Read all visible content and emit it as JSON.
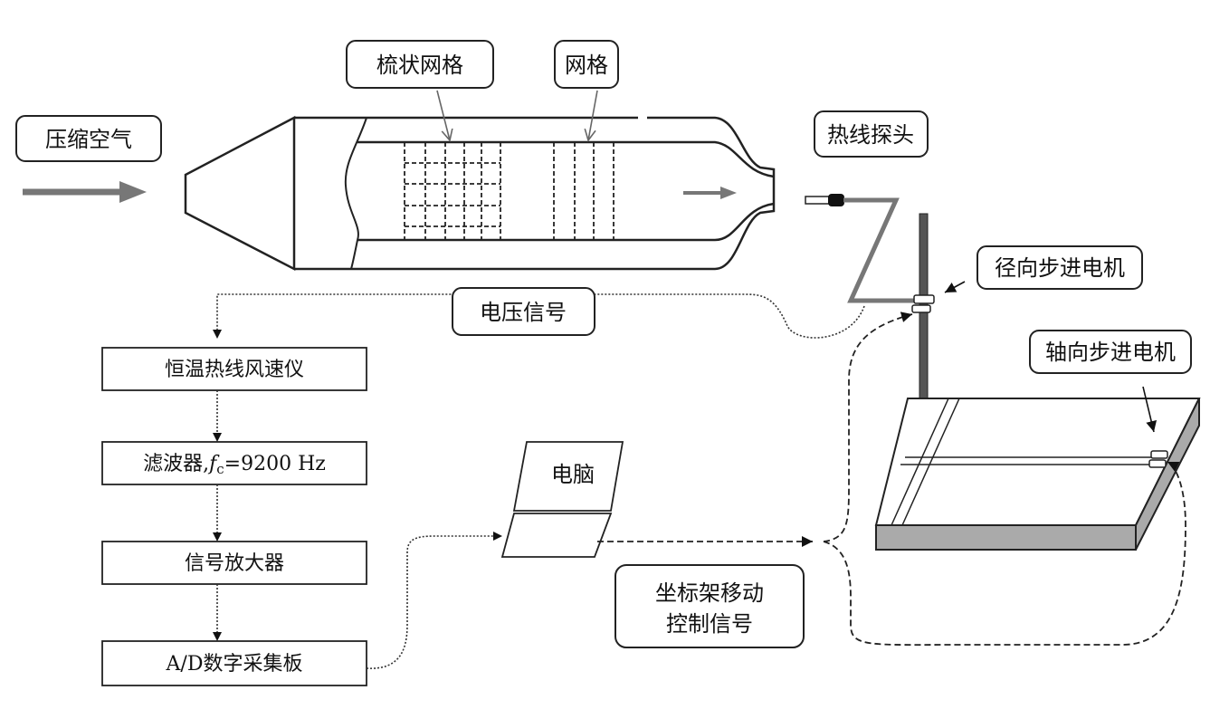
{
  "labels": {
    "compressed_air": "压缩空气",
    "comb_grid": "梳状网格",
    "grid": "网格",
    "hotwire_probe": "热线探头",
    "radial_motor": "径向步进电机",
    "voltage_signal": "电压信号",
    "axial_motor": "轴向步进电机",
    "computer": "电脑",
    "traverse_control_line1": "坐标架移动",
    "traverse_control_line2": "控制信号"
  },
  "flowchart": {
    "steps": [
      {
        "text": "恒温热线风速仪"
      },
      {
        "text_prefix": "滤波器,",
        "symbol": "f",
        "subscript": "c",
        "text_suffix": "=9200 Hz"
      },
      {
        "text": "信号放大器"
      },
      {
        "text": "A/D数字采集板"
      }
    ]
  },
  "colors": {
    "line": "#222222",
    "arrow_gray": "#777777",
    "base_gray": "#aaaaaa",
    "rod": "#555555"
  }
}
